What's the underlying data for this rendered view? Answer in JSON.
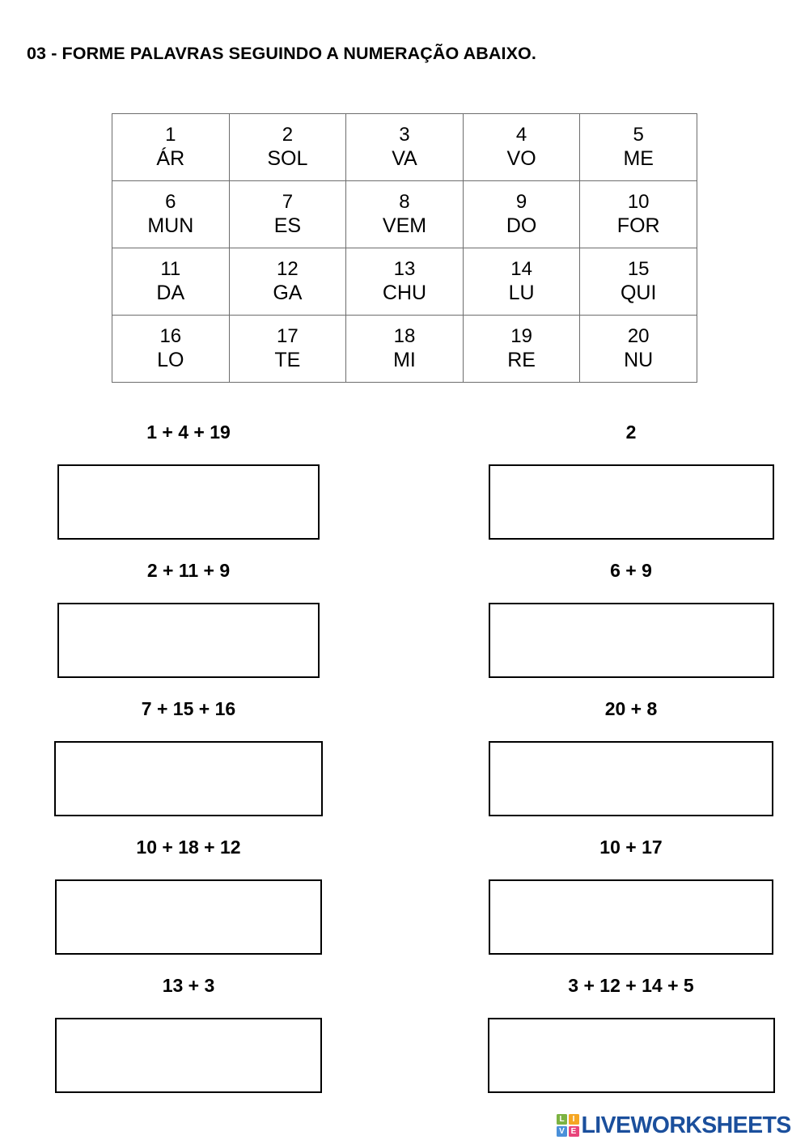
{
  "page": {
    "title": "03 - FORME PALAVRAS SEGUINDO A NUMERAÇÃO ABAIXO.",
    "background": "#ffffff",
    "text_color": "#000000"
  },
  "syllable_table": {
    "columns": 5,
    "rows": [
      [
        {
          "number": "1",
          "syllable": "ÁR"
        },
        {
          "number": "2",
          "syllable": "SOL"
        },
        {
          "number": "3",
          "syllable": "VA"
        },
        {
          "number": "4",
          "syllable": "VO"
        },
        {
          "number": "5",
          "syllable": "ME"
        }
      ],
      [
        {
          "number": "6",
          "syllable": "MUN"
        },
        {
          "number": "7",
          "syllable": "ES"
        },
        {
          "number": "8",
          "syllable": "VEM"
        },
        {
          "number": "9",
          "syllable": "DO"
        },
        {
          "number": "10",
          "syllable": "FOR"
        }
      ],
      [
        {
          "number": "11",
          "syllable": "DA"
        },
        {
          "number": "12",
          "syllable": "GA"
        },
        {
          "number": "13",
          "syllable": "CHU"
        },
        {
          "number": "14",
          "syllable": "LU"
        },
        {
          "number": "15",
          "syllable": "QUI"
        }
      ],
      [
        {
          "number": "16",
          "syllable": "LO"
        },
        {
          "number": "17",
          "syllable": "TE"
        },
        {
          "number": "18",
          "syllable": "MI"
        },
        {
          "number": "19",
          "syllable": "RE"
        },
        {
          "number": "20",
          "syllable": "NU"
        }
      ]
    ],
    "border_color": "#6d6d6d"
  },
  "exercises": {
    "answer_placeholder": "",
    "rows": [
      {
        "left": {
          "label": "1 + 4 + 19",
          "answer": ""
        },
        "right": {
          "label": "2",
          "answer": ""
        }
      },
      {
        "left": {
          "label": "2 + 11 + 9",
          "answer": ""
        },
        "right": {
          "label": "6 + 9",
          "answer": ""
        }
      },
      {
        "left": {
          "label": "7 + 15 + 16",
          "answer": ""
        },
        "right": {
          "label": "20 + 8",
          "answer": ""
        }
      },
      {
        "left": {
          "label": "10 + 18 + 12",
          "answer": ""
        },
        "right": {
          "label": "10 + 17",
          "answer": ""
        }
      },
      {
        "left": {
          "label": "13 + 3",
          "answer": ""
        },
        "right": {
          "label": "3 + 12 + 14 + 5",
          "answer": ""
        }
      }
    ]
  },
  "logo": {
    "wordmark": "LIVEWORKSHEETS",
    "wordmark_color": "#1b4f9c",
    "tiles": [
      {
        "letter": "L",
        "color": "#7cb342"
      },
      {
        "letter": "I",
        "color": "#f5a623"
      },
      {
        "letter": "V",
        "color": "#4a90d9"
      },
      {
        "letter": "E",
        "color": "#e8447a"
      }
    ]
  }
}
